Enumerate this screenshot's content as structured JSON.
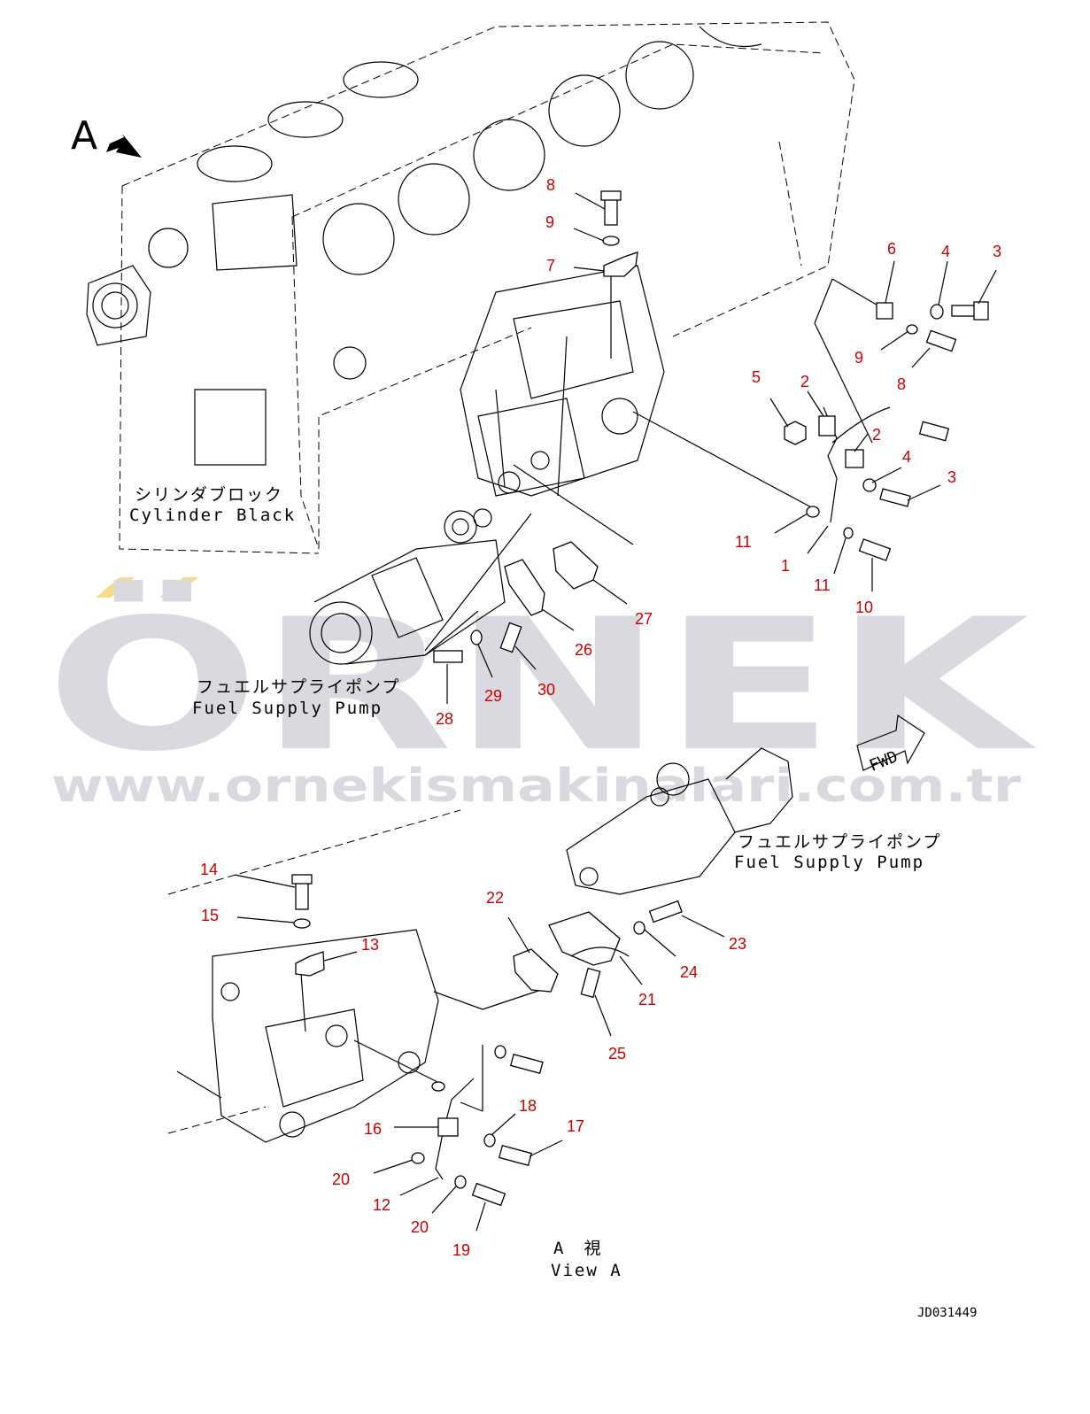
{
  "view_marker": "A",
  "labels": {
    "cylinder_jp": "シリンダブロック",
    "cylinder_en": "Cylinder Black",
    "pump_jp": "フュエルサプライポンプ",
    "pump_en": "Fuel Supply Pump",
    "pump2_jp": "フュエルサプライポンプ",
    "pump2_en": "Fuel Supply Pump",
    "view_jp": "A　視",
    "view_en": "View A",
    "fwd": "FWD",
    "drawing_code": "JD031449"
  },
  "watermark": {
    "brand": "ÖRNEK",
    "url": "www.ornekismakinalari.com.tr",
    "accent_color": "#f3dc8a",
    "text_color": "#d9d9df"
  },
  "callout_color": "#cc0000",
  "callouts": [
    "8",
    "9",
    "7",
    "6",
    "4",
    "3",
    "9",
    "8",
    "5",
    "2",
    "2",
    "4",
    "3",
    "11",
    "1",
    "11",
    "10",
    "27",
    "26",
    "30",
    "29",
    "28",
    "14",
    "15",
    "13",
    "22",
    "23",
    "24",
    "21",
    "25",
    "18",
    "17",
    "16",
    "20",
    "12",
    "20",
    "19"
  ]
}
